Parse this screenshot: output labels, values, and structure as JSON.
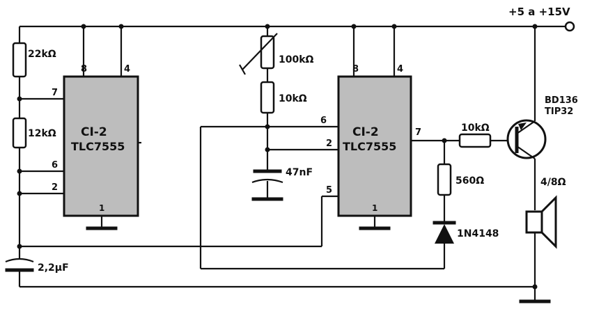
{
  "supply": {
    "label": "+5 a +15V"
  },
  "ic1": {
    "name": "CI-2",
    "part": "TLC7555",
    "pins": {
      "p8": "8",
      "p4": "4",
      "p7": "7",
      "p6": "6",
      "p2": "2",
      "p1": "1"
    }
  },
  "ic2": {
    "name": "CI-2",
    "part": "TLC7555",
    "pins": {
      "p8": "8",
      "p4": "4",
      "p6": "6",
      "p2": "2",
      "p7": "7",
      "p5": "5",
      "p1": "1"
    }
  },
  "components": {
    "r_22k": "22kΩ",
    "r_12k": "12kΩ",
    "c_2u2": "2,2μF",
    "pot_100k": "100kΩ",
    "r_10k_timing": "10kΩ",
    "c_47n": "47nF",
    "r_10k_base": "10kΩ",
    "r_560": "560Ω",
    "diode": "1N4148",
    "transistor_line1": "BD136",
    "transistor_line2": "TIP32",
    "speaker": "4/8Ω"
  }
}
